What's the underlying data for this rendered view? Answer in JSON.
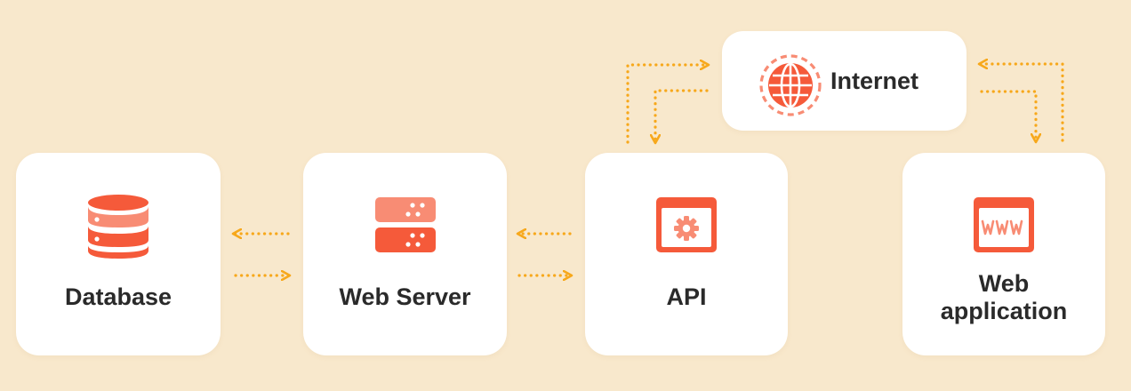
{
  "nodes": {
    "database": {
      "label": "Database",
      "icon": "database-icon"
    },
    "web_server": {
      "label": "Web Server",
      "icon": "server-icon"
    },
    "api": {
      "label": "API",
      "icon": "api-settings-window-icon"
    },
    "web_application": {
      "label_line1": "Web",
      "label_line2": "application",
      "icon": "www-window-icon"
    },
    "internet": {
      "label": "Internet",
      "icon": "globe-icon"
    }
  },
  "edges": [
    {
      "from": "web_server",
      "to": "database"
    },
    {
      "from": "database",
      "to": "web_server"
    },
    {
      "from": "api",
      "to": "web_server"
    },
    {
      "from": "web_server",
      "to": "api"
    },
    {
      "from": "api",
      "to": "internet"
    },
    {
      "from": "internet",
      "to": "api"
    },
    {
      "from": "web_application",
      "to": "internet"
    },
    {
      "from": "internet",
      "to": "web_application"
    }
  ],
  "colors": {
    "background": "#f8e8cc",
    "card": "#ffffff",
    "accent": "#f55a3a",
    "accent_light": "#f88c74",
    "arrow": "#f7a81b",
    "text": "#2a2a2a"
  }
}
